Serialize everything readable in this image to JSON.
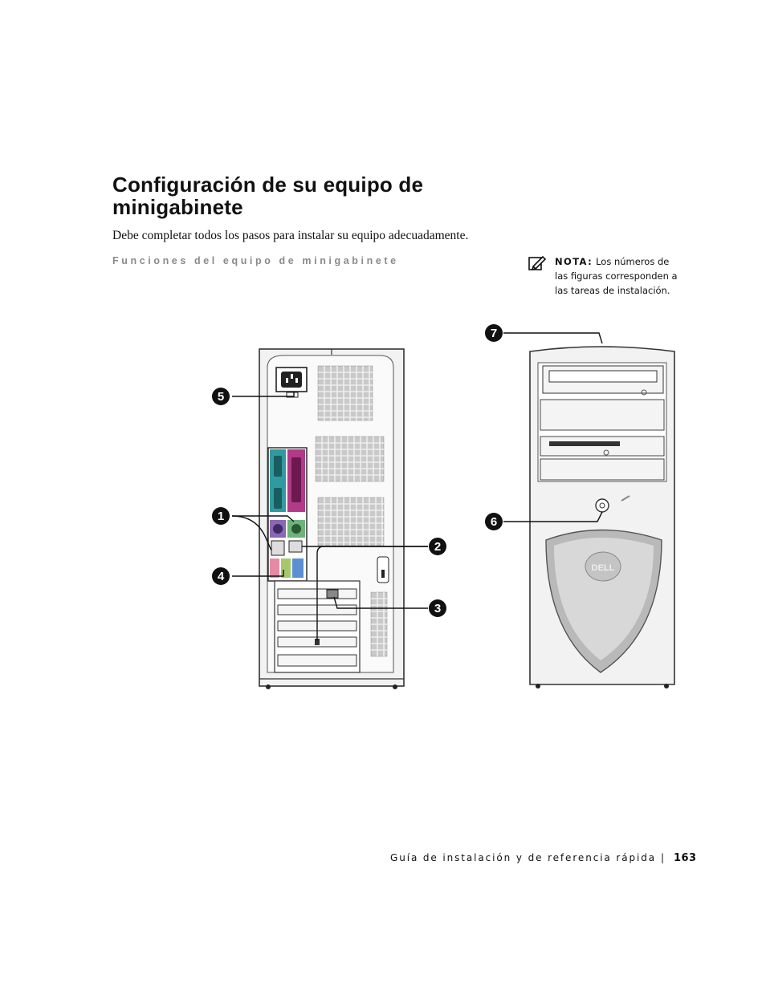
{
  "title": {
    "line1": "Configuración de su equipo de",
    "line2": "minigabinete"
  },
  "intro": "Debe completar todos los pasos para instalar su equipo adecuadamente.",
  "section_heading": "Funciones del equipo de minigabinete",
  "note": {
    "icon": "note-pencil-icon",
    "label": "NOTA:",
    "text": "Los números de las figuras corresponden a las tareas de instalación."
  },
  "figure": {
    "callouts": [
      "1",
      "2",
      "3",
      "4",
      "5",
      "6",
      "7"
    ],
    "logo_text": "DELL"
  },
  "footer": {
    "guide_title": "Guía de instalación y de referencia rápida",
    "separator": "|",
    "page_number": "163"
  }
}
